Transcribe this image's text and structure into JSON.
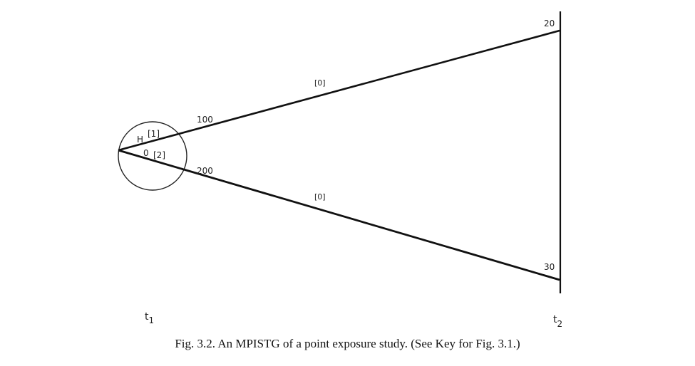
{
  "diagram": {
    "root_labels": {
      "upper": "H",
      "upper_bracket": "[1]",
      "lower": "0",
      "lower_bracket": "[2]"
    },
    "branches": {
      "upper": {
        "start_count": "100",
        "mid_label": "[0]",
        "end_count": "20"
      },
      "lower": {
        "start_count": "200",
        "mid_label": "[0]",
        "end_count": "30"
      }
    },
    "time_labels": {
      "t1": {
        "base": "t",
        "sub": "1"
      },
      "t2": {
        "base": "t",
        "sub": "2"
      }
    }
  },
  "caption": "Fig. 3.2. An MPISTG of a point exposure study. (See Key for Fig. 3.1.)"
}
